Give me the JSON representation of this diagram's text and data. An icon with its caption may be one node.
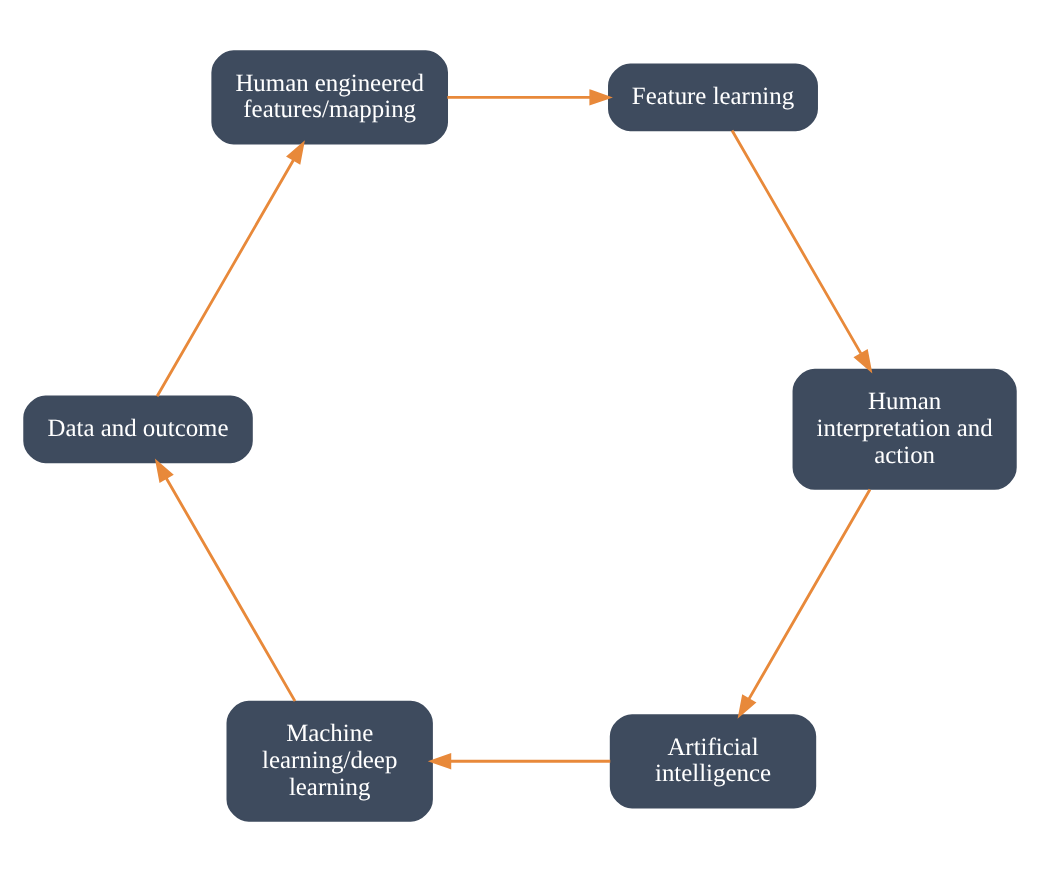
{
  "diagram": {
    "nodes": [
      {
        "text": [
          "Artificial intelligence"
        ]
      },
      {
        "text": [
          "Machine learning/deep learning"
        ]
      },
      {
        "text": [
          "Data and outcome"
        ]
      },
      {
        "text": [
          "Human engineered features/mapping"
        ]
      },
      {
        "text": [
          "Feature learning"
        ]
      },
      {
        "text": [
          "Human interpretation and action"
        ]
      }
    ],
    "edges": [
      {
        "from": 0,
        "to": 1,
        "arrow": "to"
      },
      {
        "from": 1,
        "to": 2,
        "arrow": "to"
      },
      {
        "from": 2,
        "to": 3,
        "arrow": "to"
      },
      {
        "from": 3,
        "to": 4,
        "arrow": "to"
      },
      {
        "from": 4,
        "to": 5,
        "arrow": "to"
      },
      {
        "from": 5,
        "to": 0,
        "arrow": "to"
      }
    ]
  }
}
